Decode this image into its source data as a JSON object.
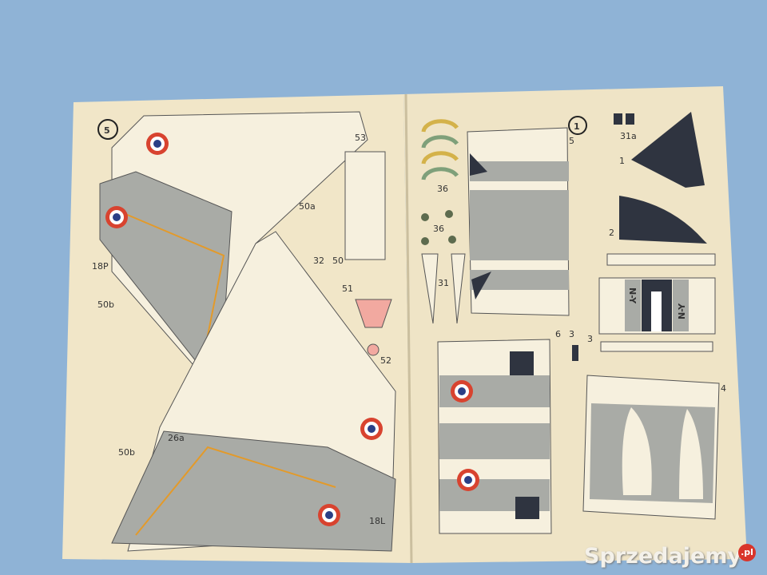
{
  "colors": {
    "background": "#8fb3d6",
    "paper": "#f1e6c8",
    "panel_gray": "#a6a9a6",
    "dark_navy": "#2f3440",
    "roundel_red": "#d8432f",
    "roundel_blue": "#2b3f86",
    "orange_line": "#e39a2a",
    "pink": "#f2a9a0"
  },
  "left_page": {
    "sheet_number": "5",
    "labels": {
      "p53": "53",
      "p50a": "50a",
      "p32": "32",
      "p50": "50",
      "p51": "51",
      "p52": "52",
      "p18P": "18P",
      "p50b_top": "50b",
      "p26a": "26a",
      "p50b_bottom": "50b",
      "p18L": "18L"
    }
  },
  "right_page": {
    "sheet_number": "1",
    "labels": {
      "p36_top": "36",
      "p36_mid": "36",
      "p31": "31",
      "p5": "5",
      "p31a": "31a",
      "p1": "1",
      "p2": "2",
      "p3a": "3",
      "p6": "6",
      "p3b": "3",
      "p4": "4"
    },
    "registration": "N-Y"
  },
  "watermark": {
    "brand": "Sprzedajemy",
    "tld": ".pl"
  }
}
